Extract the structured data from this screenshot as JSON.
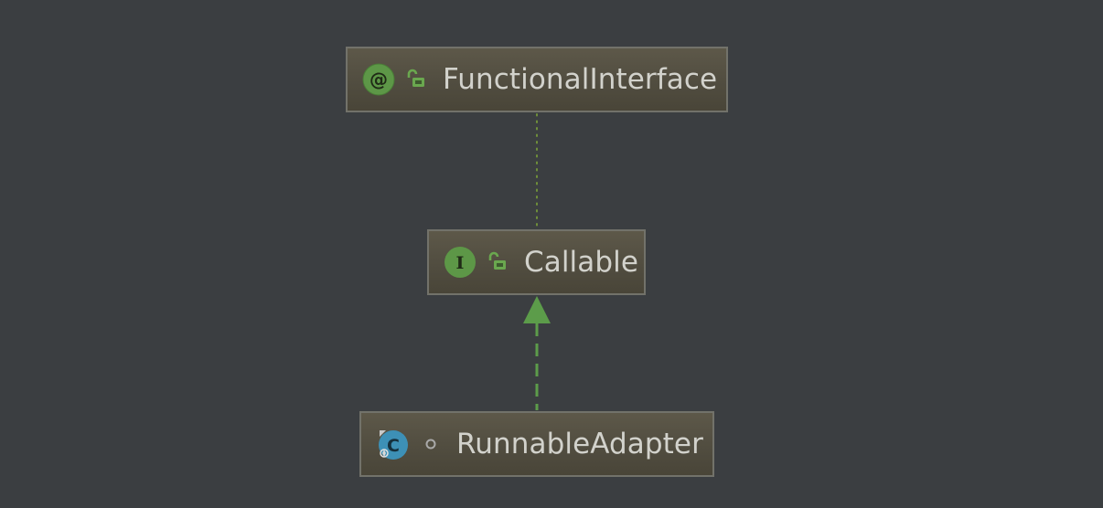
{
  "diagram": {
    "nodes": [
      {
        "id": "functional",
        "label": "FunctionalInterface",
        "kind": "annotation",
        "icon": "annotation-icon",
        "icon_glyph": "@",
        "visibility": "public",
        "visibility_icon": "public-lock-icon"
      },
      {
        "id": "callable",
        "label": "Callable",
        "kind": "interface",
        "icon": "interface-icon",
        "icon_glyph": "I",
        "visibility": "public",
        "visibility_icon": "public-lock-icon"
      },
      {
        "id": "runnable",
        "label": "RunnableAdapter",
        "kind": "class",
        "icon": "class-icon",
        "icon_glyph": "C",
        "visibility": "package-private",
        "visibility_icon": "package-private-dot-icon"
      }
    ],
    "edges": [
      {
        "from": "callable",
        "to": "functional",
        "style": "dotted",
        "relation": "annotated-by"
      },
      {
        "from": "runnable",
        "to": "callable",
        "style": "dashed-arrow",
        "relation": "implements"
      }
    ],
    "colors": {
      "background": "#3b3e41",
      "node_fill": "#534f41",
      "node_border": "#72726a",
      "node_text": "#d2d2cc",
      "annotation_edge": "#6f8f3a",
      "implements_edge": "#5c9c4a",
      "icon_green": "#5d9747",
      "icon_blue": "#3d90b6"
    }
  }
}
